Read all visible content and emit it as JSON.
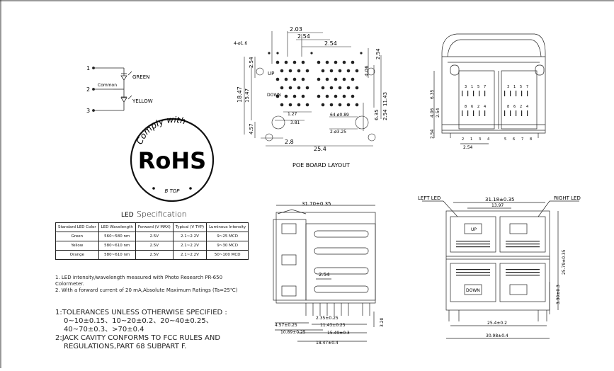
{
  "schematic": {
    "pins": [
      "1",
      "2",
      "3"
    ],
    "common_label": "Common",
    "green_label": "GREEN",
    "yellow_label": "YELLOW"
  },
  "rohs": {
    "top_text": "Comply  with",
    "main_text": "RoHS",
    "bottom_text": "B  TOP"
  },
  "pcb": {
    "title": "POE BOARD LAYOUT",
    "dims": {
      "d203": "2.03",
      "d254a": "2.54",
      "d254b": "2.54",
      "d254c": "2.54",
      "hole16": "4-ø1.6",
      "d254d": "2.54",
      "d406": "4.06",
      "d1847": "18.47",
      "d1547": "15.47",
      "d1143": "11.43",
      "d635": "6.35",
      "d254e": "2.54",
      "d127": "1.27",
      "d381": "3.81",
      "hole089": "64-ø0.89",
      "hole325": "2-ø3.25",
      "d457": "4.57",
      "d28": "2.8",
      "d254f": "25.4"
    },
    "up_label": "UP",
    "down_label": "DOWN"
  },
  "front_view": {
    "d635": "6.35",
    "d406": "4.06",
    "d254a": "2.54",
    "d254b": "2.54",
    "d254c": "2.54",
    "pin_nums_top": [
      "3",
      "1",
      "5",
      "7"
    ],
    "pin_nums_bot": [
      "8",
      "6",
      "2",
      "4"
    ],
    "bottom_nums": [
      "2",
      "1",
      "3",
      "4",
      "5",
      "6",
      "7",
      "8"
    ]
  },
  "led_spec": {
    "title_word1": "LED",
    "title_word2": "Specification",
    "headers": [
      "Standard LED Color",
      "LED Wavelength",
      "Forward (V MAX)",
      "Typical (V TYP)",
      "Luminous Intensity"
    ],
    "rows": [
      [
        "Green",
        "560~580 nm",
        "2.5V",
        "2.1~2.2V",
        "9~25 MCD"
      ],
      [
        "Yellow",
        "580~610 nm",
        "2.5V",
        "2.1~2.2V",
        "9~30 MCD"
      ],
      [
        "Orange",
        "580~610 nm",
        "2.5V",
        "2.1~2.2V",
        "50~100 MCD"
      ]
    ]
  },
  "notes": {
    "n1": "1. LED intensity/wavelength measured with Photo Research PR-650 Colormeter.",
    "n2": "2. With a forward current of 20 mA,Absolute Maximum Ratings (Ta=25℃)"
  },
  "tolerances": {
    "t1": "1:TOLERANCES UNLESS OTHERWISE SPECIFIED :",
    "t2": "0~10±0.15、10~20±0.2、20~40±0.25、",
    "t3": "40~70±0.3、>70±0.4",
    "t4": "2:JACK CAVITY CONFORMS TO FCC RULES AND",
    "t5": "REGULATIONS,PART 68 SUBPART F."
  },
  "side_view": {
    "d3170": "31.70±0.35",
    "d254": "2.54",
    "d235": "2.35±0.25",
    "d457": "4.57±0.25",
    "d1143": "11.43±0.25",
    "d1089": "10.89±0.25",
    "d1549": "15.49±0.3",
    "d1847": "18.47±0.4",
    "d320": "3.20"
  },
  "top_view": {
    "left_led": "LEFT LED",
    "right_led": "RIGHT LED",
    "d3118": "31.18±0.35",
    "d1397": "13.97",
    "up": "UP",
    "down": "DOWN",
    "d2579": "25.79±0.35",
    "d330": "3.30±0.3",
    "d254": "25.4±0.2",
    "d3098": "30.98±0.4"
  }
}
